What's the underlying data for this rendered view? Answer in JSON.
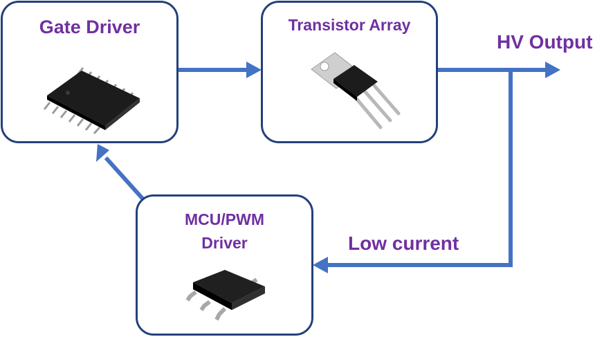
{
  "blocks": {
    "gate_driver": {
      "label": "Gate Driver",
      "icon": "soic-chip-icon"
    },
    "transistor_array": {
      "label": "Transistor Array",
      "icon": "to220-transistor-icon"
    },
    "mcu_pwm_driver": {
      "label_line1": "MCU/PWM",
      "label_line2": "Driver",
      "icon": "sot23-chip-icon"
    }
  },
  "signals": {
    "hv_output": "HV Output",
    "low_current": "Low current"
  },
  "colors": {
    "box_border": "#23407a",
    "arrow": "#4472c4",
    "label": "#7030a0"
  }
}
